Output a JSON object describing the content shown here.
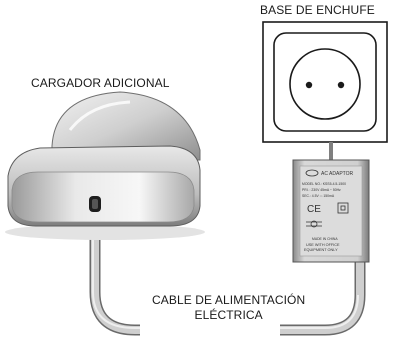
{
  "labels": {
    "charger": "CARGADOR ADICIONAL",
    "socket": "BASE DE ENCHUFE",
    "cable_line1": "CABLE DE ALIMENTACIÓN",
    "cable_line2": "ELÉCTRICA"
  },
  "adapter": {
    "title": "AC ADAPTOR",
    "model": "MODEL NO.: KSS5-4.5-1500",
    "pri": "PRI. : 230V 45mA ~ 50Hz",
    "sec": "SEC.: 4.5V ⎓ 150mA",
    "ce": "CE",
    "made_in": "MADE IN CHINA",
    "use_line1": "USE WITH OFFICE",
    "use_line2": "EQUIPMENT ONLY"
  }
}
